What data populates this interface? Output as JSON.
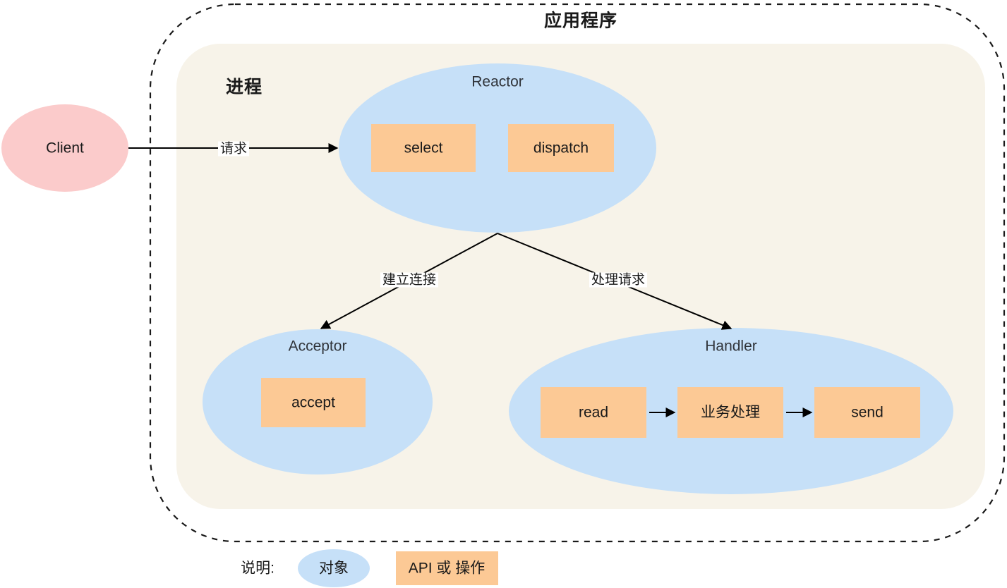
{
  "diagram": {
    "app_title": "应用程序",
    "process_title": "进程",
    "client": {
      "label": "Client",
      "fill": "#FBCBCB"
    },
    "edges": {
      "request": "请求",
      "establish_connection": "建立连接",
      "handle_request": "处理请求"
    },
    "reactor": {
      "title": "Reactor",
      "ops": [
        {
          "label": "select"
        },
        {
          "label": "dispatch"
        }
      ]
    },
    "acceptor": {
      "title": "Acceptor",
      "ops": [
        {
          "label": "accept"
        }
      ]
    },
    "handler": {
      "title": "Handler",
      "ops": [
        {
          "label": "read"
        },
        {
          "label": "业务处理"
        },
        {
          "label": "send"
        }
      ]
    },
    "legend": {
      "title": "说明:",
      "object_label": "对象",
      "api_label": "API 或 操作"
    },
    "colors": {
      "object_fill": "#C6E0F8",
      "api_fill": "#FCC995",
      "process_fill": "#F7F3E9",
      "client_fill": "#FBCBCB",
      "stroke": "#000000",
      "background": "#FFFFFF"
    }
  }
}
